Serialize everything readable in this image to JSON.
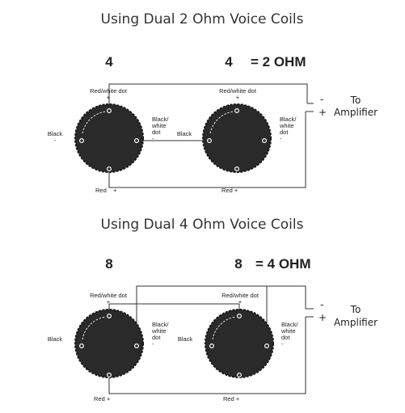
{
  "sections": [
    {
      "title": "Using Dual 2 Ohm Voice Coils",
      "left_value": "4",
      "right_value": "4",
      "total": "= 2 OHM",
      "labels": {
        "red_white_dot": "Red/white dot",
        "plus": "+",
        "minus": "-",
        "black": "Black",
        "black_white_line1": "Black/",
        "black_white_line2": "white",
        "black_white_line3": "dot",
        "red": "Red",
        "red_plus": "Red +"
      },
      "amplifier": {
        "minus": "-",
        "plus": "+",
        "line1": "To",
        "line2": "Amplifier"
      }
    },
    {
      "title": "Using Dual 4 Ohm Voice Coils",
      "left_value": "8",
      "right_value": "8",
      "total": "= 4 OHM",
      "labels": {
        "red_white_dot": "Red/white dot",
        "plus": "+",
        "minus": "-",
        "black": "Black",
        "black_white_line1": "Black/",
        "black_white_line2": "white",
        "black_white_line3": "dot",
        "red": "Red",
        "red_plus": "Red +"
      },
      "amplifier": {
        "minus": "-",
        "plus": "+",
        "line1": "To",
        "line2": "Amplifier"
      }
    }
  ]
}
